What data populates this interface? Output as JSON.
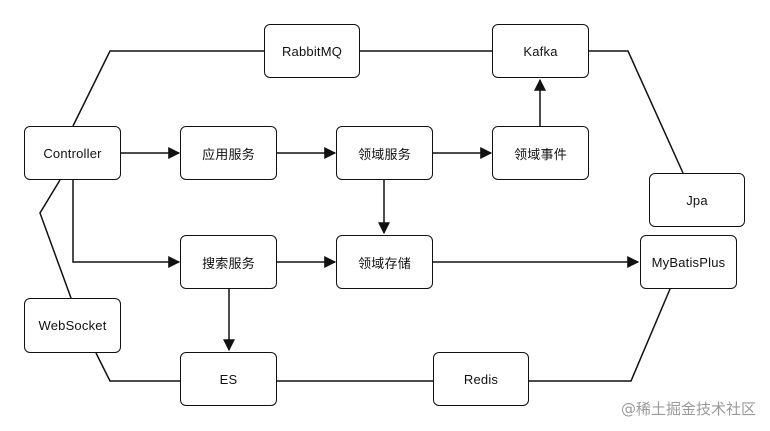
{
  "diagram": {
    "nodes": {
      "rabbitmq": "RabbitMQ",
      "kafka": "Kafka",
      "controller": "Controller",
      "app_service": "应用服务",
      "domain_service": "领域服务",
      "domain_event": "领域事件",
      "jpa": "Jpa",
      "search_service": "搜索服务",
      "domain_storage": "领域存储",
      "mybatisplus": "MyBatisPlus",
      "websocket": "WebSocket",
      "es": "ES",
      "redis": "Redis"
    },
    "edges": [
      {
        "from": "controller",
        "to": "app_service",
        "arrow": true
      },
      {
        "from": "app_service",
        "to": "domain_service",
        "arrow": true
      },
      {
        "from": "domain_service",
        "to": "domain_event",
        "arrow": true
      },
      {
        "from": "domain_event",
        "to": "kafka",
        "arrow": true
      },
      {
        "from": "domain_service",
        "to": "domain_storage",
        "arrow": true
      },
      {
        "from": "controller",
        "to": "search_service",
        "arrow": true
      },
      {
        "from": "search_service",
        "to": "domain_storage",
        "arrow": true
      },
      {
        "from": "domain_storage",
        "to": "mybatisplus",
        "arrow": true
      },
      {
        "from": "search_service",
        "to": "es",
        "arrow": true
      },
      {
        "from": "controller",
        "to": "rabbitmq",
        "arrow": false
      },
      {
        "from": "rabbitmq",
        "to": "kafka",
        "arrow": false
      },
      {
        "from": "kafka",
        "to": "jpa",
        "arrow": false
      },
      {
        "from": "controller",
        "to": "websocket",
        "arrow": false
      },
      {
        "from": "websocket",
        "to": "es",
        "arrow": false
      },
      {
        "from": "es",
        "to": "redis",
        "arrow": false
      },
      {
        "from": "redis",
        "to": "mybatisplus",
        "arrow": false
      }
    ]
  },
  "watermark": "@稀土掘金技术社区"
}
